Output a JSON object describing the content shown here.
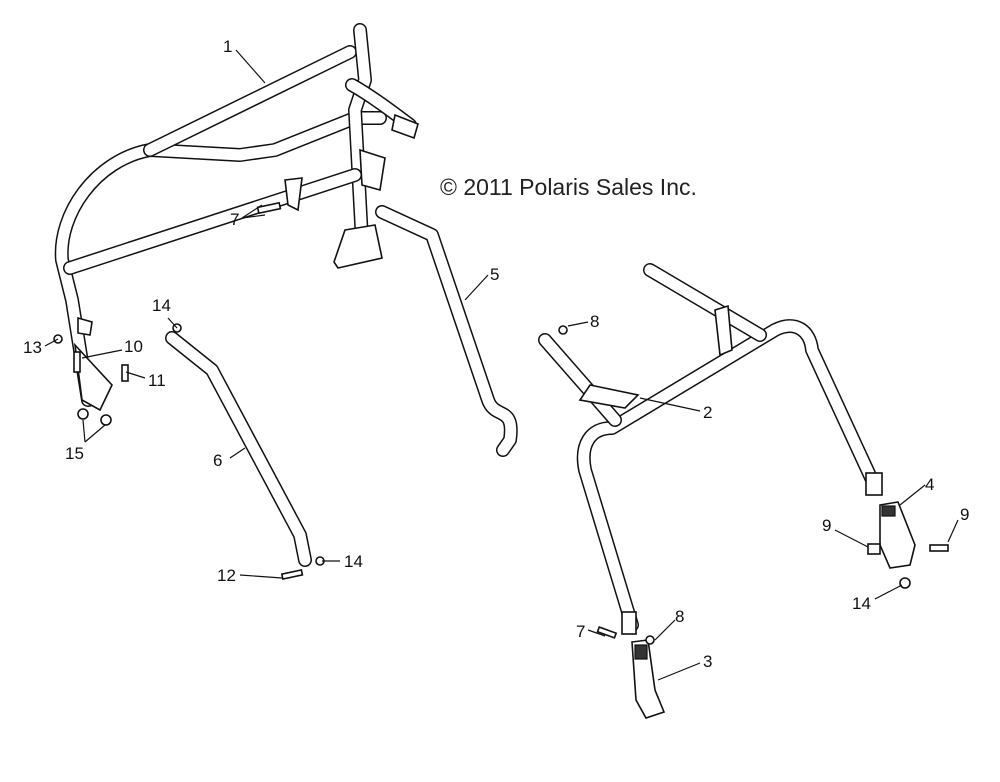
{
  "copyright": "© 2011 Polaris Sales Inc.",
  "callouts": {
    "c1": "1",
    "c2": "2",
    "c3": "3",
    "c4": "4",
    "c5": "5",
    "c6": "6",
    "c7a": "7",
    "c7b": "7",
    "c8a": "8",
    "c8b": "8",
    "c9a": "9",
    "c9b": "9",
    "c10": "10",
    "c11": "11",
    "c12": "12",
    "c13": "13",
    "c14a": "14",
    "c14b": "14",
    "c14c": "14",
    "c15": "15"
  }
}
